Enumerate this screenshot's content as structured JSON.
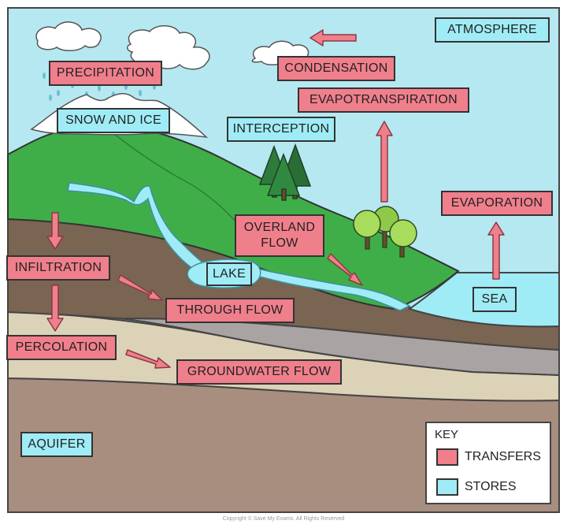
{
  "labels": {
    "atmosphere": "ATMOSPHERE",
    "condensation": "CONDENSATION",
    "precipitation": "PRECIPITATION",
    "evapotranspiration": "EVAPOTRANSPIRATION",
    "snow_and_ice": "SNOW AND ICE",
    "interception": "INTERCEPTION",
    "evaporation": "EVAPORATION",
    "overland_flow_line1": "OVERLAND",
    "overland_flow_line2": "FLOW",
    "infiltration": "INFILTRATION",
    "lake": "LAKE",
    "sea": "SEA",
    "through_flow": "THROUGH FLOW",
    "percolation": "PERCOLATION",
    "groundwater_flow": "GROUNDWATER FLOW",
    "aquifer": "AQUIFER"
  },
  "key": {
    "title": "KEY",
    "transfers": "TRANSFERS",
    "stores": "STORES"
  },
  "copyright": "Copyright © Save My Exams. All Rights Reserved",
  "colors": {
    "transfer": "#f07f8c",
    "store": "#9fecf6",
    "sky": "#b6e8f1",
    "grass": "#3fae49",
    "grass_dark": "#2f9a3c",
    "soil": "#7a6452",
    "rock_light": "#dcd2b8",
    "rock_grey": "#aaa3a3",
    "bedrock": "#a88e7e",
    "water": "#9fecf6",
    "snow": "#ffffff"
  }
}
